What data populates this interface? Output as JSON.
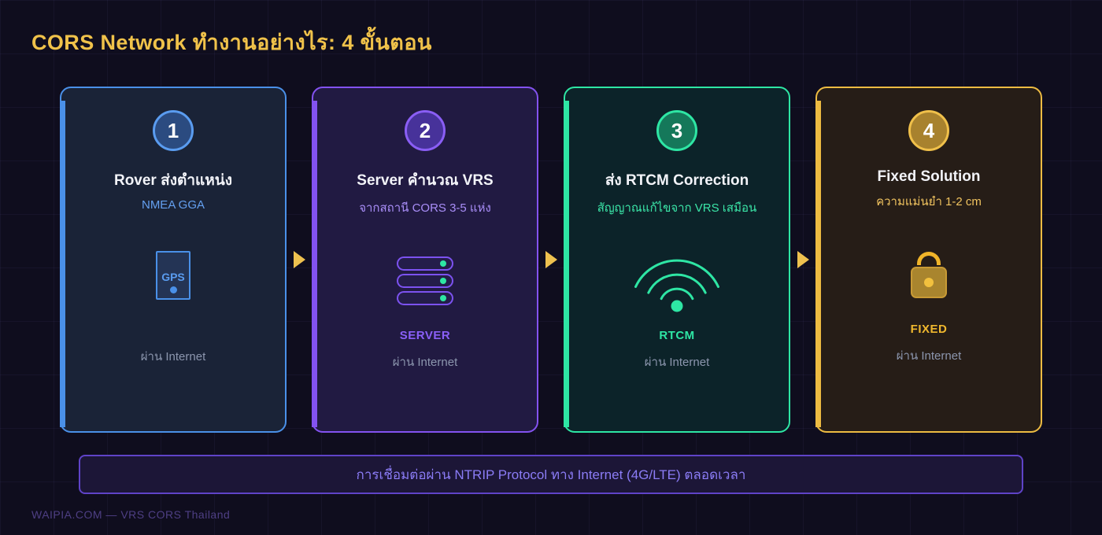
{
  "header": {
    "title": "CORS Network ทำงานอย่างไร: 4 ขั้นตอน"
  },
  "steps": [
    {
      "number": "1",
      "title": "Rover ส่งตำแหน่ง",
      "subtitle": "NMEA GGA",
      "icon": "gps-device-icon",
      "icon_text": "GPS",
      "label": "",
      "via": "ผ่าน Internet",
      "accent_color": "#4a90e8"
    },
    {
      "number": "2",
      "title": "Server คำนวณ VRS",
      "subtitle": "จากสถานี CORS 3-5 แห่ง",
      "icon": "server-stack-icon",
      "label": "SERVER",
      "via": "ผ่าน Internet",
      "accent_color": "#8352f0"
    },
    {
      "number": "3",
      "title": "ส่ง RTCM Correction",
      "subtitle": "สัญญาณแก้ไขจาก VRS เสมือน",
      "icon": "wifi-signal-icon",
      "label": "RTCM",
      "via": "ผ่าน Internet",
      "accent_color": "#2ee6a4"
    },
    {
      "number": "4",
      "title": "Fixed Solution",
      "subtitle": "ความแม่นยำ 1-2 cm",
      "icon": "lock-icon",
      "label": "FIXED",
      "via": "ผ่าน Internet",
      "accent_color": "#edbb42"
    }
  ],
  "banner": {
    "text": "การเชื่อมต่อผ่าน NTRIP Protocol ทาง Internet (4G/LTE) ตลอดเวลา"
  },
  "footer": {
    "text": "WAIPIA.COM — VRS CORS Thailand"
  },
  "colors": {
    "background": "#0f0d1e",
    "title_gold": "#f0c24a",
    "arrow_gold": "#eec14f",
    "card_title_text": "#f2f3f8",
    "via_text": "#8c96ae",
    "banner_text": "#8b7cf6",
    "banner_border": "#5f43c8",
    "footer_text": "#4e3f84",
    "green_dot": "#2ee6a4"
  }
}
